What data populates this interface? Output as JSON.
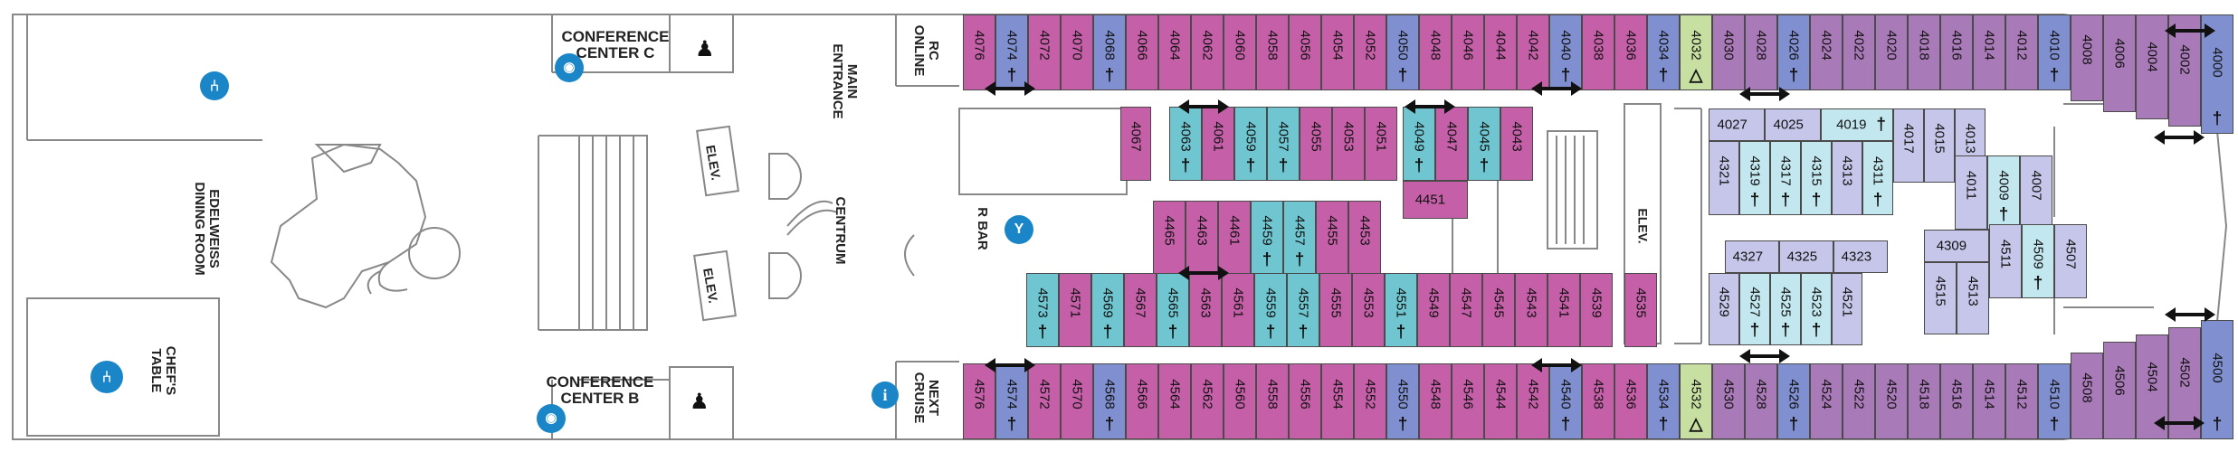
{
  "colors": {
    "pink": "#c55fa8",
    "blue": "#7f8fcf",
    "purple": "#a97ab8",
    "teal": "#6fc6d0",
    "lavender": "#c6c6ea",
    "lightblue": "#c3e7ef",
    "green": "#c7e0a2",
    "icon_blue": "#1a86c8"
  },
  "labels": {
    "edelweiss": "EDELWEISS\nDINING ROOM",
    "chefs_table": "CHEF'S\nTABLE",
    "conference_c": "CONFERENCE\nCENTER C",
    "conference_b": "CONFERENCE\nCENTER B",
    "main_entrance": "MAIN\nENTRANCE",
    "centrum": "CENTRUM",
    "rc_online": "RC\nONLINE",
    "next_cruise": "NEXT\nCRUISE",
    "r_bar": "R BAR",
    "elev": "ELEV."
  },
  "cabins": [
    {
      "n": "4076",
      "c": "pink"
    },
    {
      "n": "4074",
      "c": "blue",
      "s": "†"
    },
    {
      "n": "4072",
      "c": "pink"
    },
    {
      "n": "4070",
      "c": "pink"
    },
    {
      "n": "4068",
      "c": "blue",
      "s": "†"
    },
    {
      "n": "4066",
      "c": "pink"
    },
    {
      "n": "4064",
      "c": "pink"
    },
    {
      "n": "4062",
      "c": "pink"
    },
    {
      "n": "4060",
      "c": "pink"
    },
    {
      "n": "4058",
      "c": "pink"
    },
    {
      "n": "4056",
      "c": "pink"
    },
    {
      "n": "4054",
      "c": "pink"
    },
    {
      "n": "4052",
      "c": "pink"
    },
    {
      "n": "4050",
      "c": "blue",
      "s": "†"
    },
    {
      "n": "4048",
      "c": "pink"
    },
    {
      "n": "4046",
      "c": "pink"
    },
    {
      "n": "4044",
      "c": "pink"
    },
    {
      "n": "4042",
      "c": "pink"
    },
    {
      "n": "4040",
      "c": "blue",
      "s": "†"
    },
    {
      "n": "4038",
      "c": "pink"
    },
    {
      "n": "4036",
      "c": "pink"
    },
    {
      "n": "4034",
      "c": "blue",
      "s": "†"
    },
    {
      "n": "4032",
      "c": "green",
      "s": "△"
    },
    {
      "n": "4030",
      "c": "purple"
    },
    {
      "n": "4028",
      "c": "purple"
    },
    {
      "n": "4026",
      "c": "blue",
      "s": "†"
    },
    {
      "n": "4024",
      "c": "purple"
    },
    {
      "n": "4022",
      "c": "purple"
    },
    {
      "n": "4020",
      "c": "purple"
    },
    {
      "n": "4018",
      "c": "purple"
    },
    {
      "n": "4016",
      "c": "purple"
    },
    {
      "n": "4014",
      "c": "purple"
    },
    {
      "n": "4012",
      "c": "purple"
    },
    {
      "n": "4010",
      "c": "blue",
      "s": "†"
    },
    {
      "n": "4008",
      "c": "purple"
    },
    {
      "n": "4006",
      "c": "purple"
    },
    {
      "n": "4004",
      "c": "purple"
    },
    {
      "n": "4002",
      "c": "purple"
    },
    {
      "n": "4000",
      "c": "blue",
      "s": "†"
    },
    {
      "n": "4576",
      "c": "pink"
    },
    {
      "n": "4574",
      "c": "blue",
      "s": "†"
    },
    {
      "n": "4572",
      "c": "pink"
    },
    {
      "n": "4570",
      "c": "pink"
    },
    {
      "n": "4568",
      "c": "blue",
      "s": "†"
    },
    {
      "n": "4566",
      "c": "pink"
    },
    {
      "n": "4564",
      "c": "pink"
    },
    {
      "n": "4562",
      "c": "pink"
    },
    {
      "n": "4560",
      "c": "pink"
    },
    {
      "n": "4558",
      "c": "pink"
    },
    {
      "n": "4556",
      "c": "pink"
    },
    {
      "n": "4554",
      "c": "pink"
    },
    {
      "n": "4552",
      "c": "pink"
    },
    {
      "n": "4550",
      "c": "blue",
      "s": "†"
    },
    {
      "n": "4548",
      "c": "pink"
    },
    {
      "n": "4546",
      "c": "pink"
    },
    {
      "n": "4544",
      "c": "pink"
    },
    {
      "n": "4542",
      "c": "pink"
    },
    {
      "n": "4540",
      "c": "blue",
      "s": "†"
    },
    {
      "n": "4538",
      "c": "pink"
    },
    {
      "n": "4536",
      "c": "pink"
    },
    {
      "n": "4534",
      "c": "blue",
      "s": "†"
    },
    {
      "n": "4532",
      "c": "green",
      "s": "△"
    },
    {
      "n": "4530",
      "c": "purple"
    },
    {
      "n": "4528",
      "c": "purple"
    },
    {
      "n": "4526",
      "c": "blue",
      "s": "†"
    },
    {
      "n": "4524",
      "c": "purple"
    },
    {
      "n": "4522",
      "c": "purple"
    },
    {
      "n": "4520",
      "c": "purple"
    },
    {
      "n": "4518",
      "c": "purple"
    },
    {
      "n": "4516",
      "c": "purple"
    },
    {
      "n": "4514",
      "c": "purple"
    },
    {
      "n": "4512",
      "c": "purple"
    },
    {
      "n": "4510",
      "c": "blue",
      "s": "†"
    },
    {
      "n": "4508",
      "c": "purple"
    },
    {
      "n": "4506",
      "c": "purple"
    },
    {
      "n": "4504",
      "c": "purple"
    },
    {
      "n": "4502",
      "c": "purple"
    },
    {
      "n": "4500",
      "c": "blue",
      "s": "†"
    },
    {
      "n": "4067",
      "c": "pink"
    },
    {
      "n": "4063",
      "c": "teal",
      "s": "†"
    },
    {
      "n": "4061",
      "c": "pink"
    },
    {
      "n": "4059",
      "c": "teal",
      "s": "†"
    },
    {
      "n": "4057",
      "c": "teal",
      "s": "†"
    },
    {
      "n": "4055",
      "c": "pink"
    },
    {
      "n": "4053",
      "c": "pink"
    },
    {
      "n": "4051",
      "c": "pink"
    },
    {
      "n": "4049",
      "c": "teal",
      "s": "†"
    },
    {
      "n": "4047",
      "c": "pink"
    },
    {
      "n": "4045",
      "c": "teal",
      "s": "†"
    },
    {
      "n": "4043",
      "c": "pink"
    },
    {
      "n": "4451",
      "c": "pink"
    },
    {
      "n": "4465",
      "c": "pink"
    },
    {
      "n": "4463",
      "c": "pink"
    },
    {
      "n": "4461",
      "c": "pink"
    },
    {
      "n": "4459",
      "c": "teal",
      "s": "†"
    },
    {
      "n": "4457",
      "c": "teal",
      "s": "†"
    },
    {
      "n": "4455",
      "c": "pink"
    },
    {
      "n": "4453",
      "c": "pink"
    },
    {
      "n": "4573",
      "c": "teal",
      "s": "†"
    },
    {
      "n": "4571",
      "c": "pink"
    },
    {
      "n": "4569",
      "c": "teal",
      "s": "†"
    },
    {
      "n": "4567",
      "c": "pink"
    },
    {
      "n": "4565",
      "c": "teal",
      "s": "†"
    },
    {
      "n": "4563",
      "c": "pink"
    },
    {
      "n": "4561",
      "c": "pink"
    },
    {
      "n": "4559",
      "c": "teal",
      "s": "†"
    },
    {
      "n": "4557",
      "c": "teal",
      "s": "†"
    },
    {
      "n": "4555",
      "c": "pink"
    },
    {
      "n": "4553",
      "c": "pink"
    },
    {
      "n": "4551",
      "c": "teal",
      "s": "†"
    },
    {
      "n": "4549",
      "c": "pink"
    },
    {
      "n": "4547",
      "c": "pink"
    },
    {
      "n": "4545",
      "c": "pink"
    },
    {
      "n": "4543",
      "c": "pink"
    },
    {
      "n": "4541",
      "c": "pink"
    },
    {
      "n": "4539",
      "c": "pink"
    },
    {
      "n": "4535",
      "c": "pink"
    },
    {
      "n": "4027",
      "c": "lavender"
    },
    {
      "n": "4025",
      "c": "lavender"
    },
    {
      "n": "4019",
      "c": "lightblue",
      "s": "†"
    },
    {
      "n": "4321",
      "c": "lavender"
    },
    {
      "n": "4319",
      "c": "lightblue",
      "s": "†"
    },
    {
      "n": "4317",
      "c": "lightblue",
      "s": "†"
    },
    {
      "n": "4315",
      "c": "lightblue",
      "s": "†"
    },
    {
      "n": "4313",
      "c": "lavender"
    },
    {
      "n": "4311",
      "c": "lightblue",
      "s": "†"
    },
    {
      "n": "4017",
      "c": "lavender"
    },
    {
      "n": "4015",
      "c": "lavender"
    },
    {
      "n": "4013",
      "c": "lavender"
    },
    {
      "n": "4011",
      "c": "lavender"
    },
    {
      "n": "4009",
      "c": "lightblue",
      "s": "†"
    },
    {
      "n": "4007",
      "c": "lavender"
    },
    {
      "n": "4309",
      "c": "lavender"
    },
    {
      "n": "4515",
      "c": "lavender"
    },
    {
      "n": "4513",
      "c": "lavender"
    },
    {
      "n": "4511",
      "c": "lavender"
    },
    {
      "n": "4509",
      "c": "lightblue",
      "s": "†"
    },
    {
      "n": "4507",
      "c": "lavender"
    },
    {
      "n": "4327",
      "c": "lavender"
    },
    {
      "n": "4325",
      "c": "lavender"
    },
    {
      "n": "4323",
      "c": "lavender"
    },
    {
      "n": "4529",
      "c": "lavender"
    },
    {
      "n": "4527",
      "c": "lightblue",
      "s": "†"
    },
    {
      "n": "4525",
      "c": "lightblue",
      "s": "†"
    },
    {
      "n": "4523",
      "c": "lightblue",
      "s": "†"
    },
    {
      "n": "4521",
      "c": "lavender"
    }
  ]
}
